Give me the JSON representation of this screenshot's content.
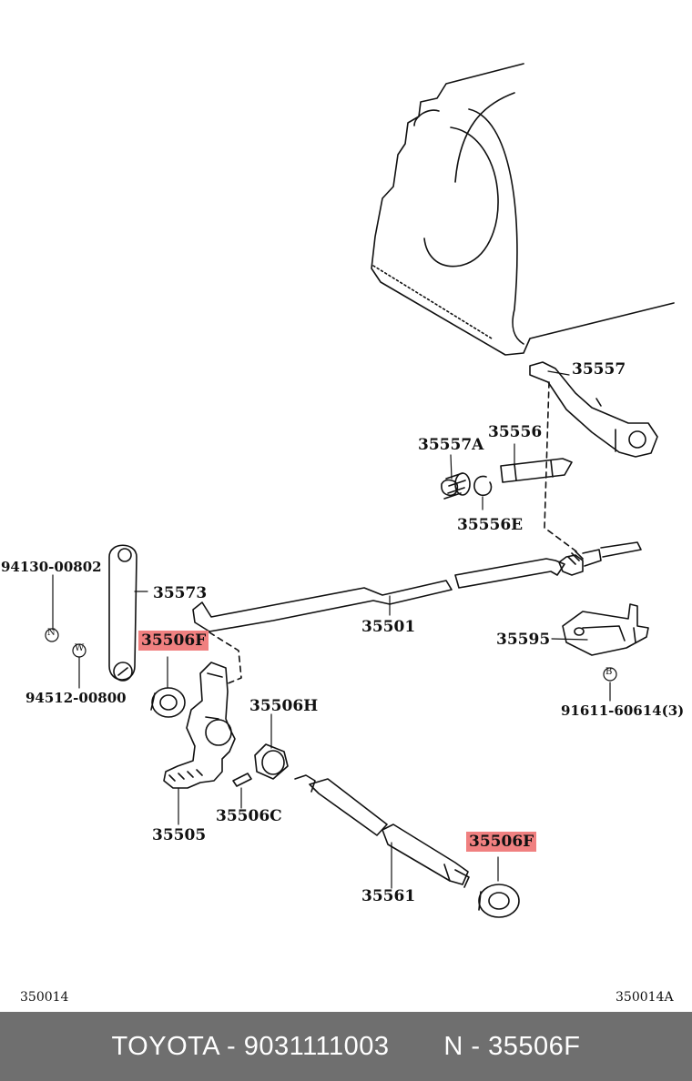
{
  "parts": {
    "p35557": "35557",
    "p35557a": "35557A",
    "p35556": "35556",
    "p35556e": "35556E",
    "p94130": "94130-00802",
    "p35573": "35573",
    "p35501": "35501",
    "p35506f_top": "35506F",
    "p35595": "35595",
    "p94512": "94512-00800",
    "p35506h": "35506H",
    "p91611": "91611-60614(3)",
    "p35505": "35505",
    "p35506c": "35506C",
    "p35506f_bottom": "35506F",
    "p35561": "35561"
  },
  "symbols": {
    "n": "N",
    "w": "W",
    "b": "B"
  },
  "codes": {
    "left": "350014",
    "right": "350014A"
  },
  "highlight_color": "#f08080",
  "footer": {
    "text": "TOYOTA - 9031111003       N - 35506F"
  }
}
